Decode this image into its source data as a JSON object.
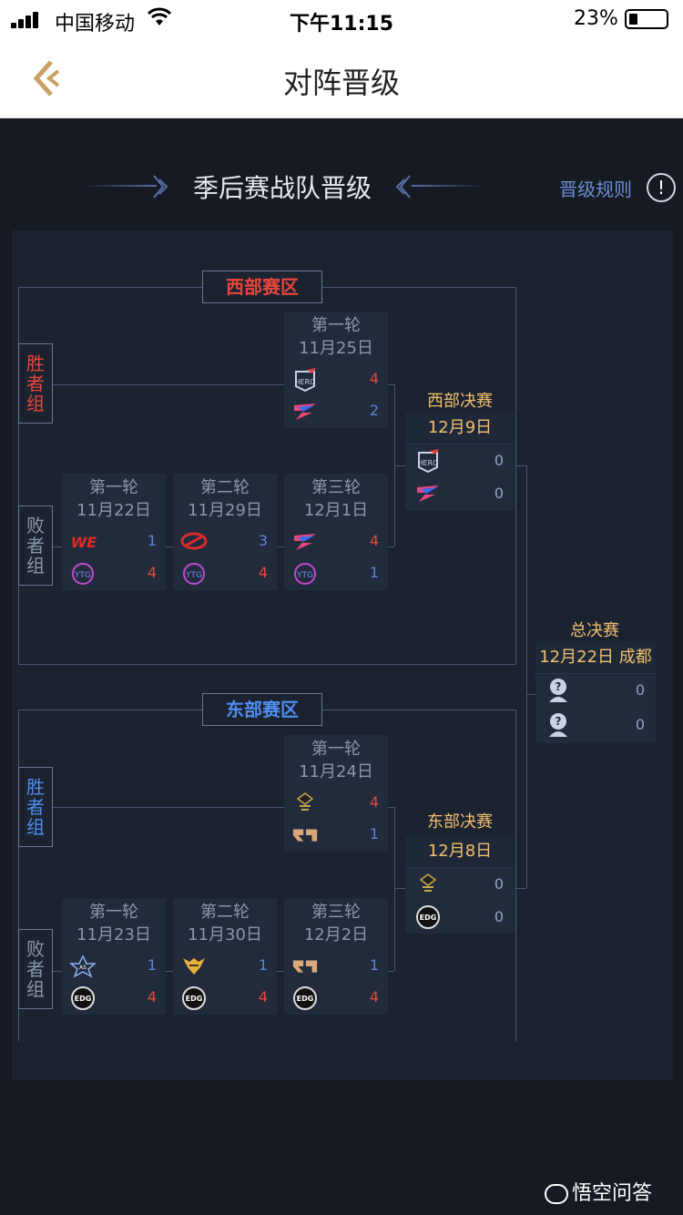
{
  "status": {
    "carrier": "中国移动",
    "time": "下午11:15",
    "battery": "23%"
  },
  "nav": {
    "title": "对阵晋级"
  },
  "section": {
    "title": "季后赛战队晋级",
    "rules_label": "晋级规则",
    "rules_icon": "!"
  },
  "west": {
    "region_label": "西部赛区",
    "winners_label": "胜\n者\n组",
    "losers_label": "败\n者\n组",
    "winners_match": {
      "round": "第一轮",
      "date": "11月25日",
      "teams": [
        {
          "logo": "HERO",
          "score": "4",
          "result": "win"
        },
        {
          "logo": "TS",
          "score": "2",
          "result": "lose"
        }
      ]
    },
    "losers_matches": [
      {
        "round": "第一轮",
        "date": "11月22日",
        "teams": [
          {
            "logo": "WE",
            "score": "1",
            "result": "lose"
          },
          {
            "logo": "YTG",
            "score": "4",
            "result": "win"
          }
        ]
      },
      {
        "round": "第二轮",
        "date": "11月29日",
        "teams": [
          {
            "logo": "RED",
            "score": "3",
            "result": "lose"
          },
          {
            "logo": "YTG",
            "score": "4",
            "result": "win"
          }
        ]
      },
      {
        "round": "第三轮",
        "date": "12月1日",
        "teams": [
          {
            "logo": "TS",
            "score": "4",
            "result": "win"
          },
          {
            "logo": "YTG",
            "score": "1",
            "result": "lose"
          }
        ]
      }
    ],
    "final": {
      "label": "西部决赛",
      "date": "12月9日",
      "teams": [
        {
          "logo": "HERO",
          "score": "0"
        },
        {
          "logo": "TS",
          "score": "0"
        }
      ]
    }
  },
  "east": {
    "region_label": "东部赛区",
    "winners_label": "胜\n者\n组",
    "losers_label": "败\n者\n组",
    "winners_match": {
      "round": "第一轮",
      "date": "11月24日",
      "teams": [
        {
          "logo": "QG",
          "score": "4",
          "result": "win"
        },
        {
          "logo": "RNG",
          "score": "1",
          "result": "lose"
        }
      ]
    },
    "losers_matches": [
      {
        "round": "第一轮",
        "date": "11月23日",
        "teams": [
          {
            "logo": "AS",
            "score": "1",
            "result": "lose"
          },
          {
            "logo": "EDG",
            "score": "4",
            "result": "win"
          }
        ]
      },
      {
        "round": "第二轮",
        "date": "11月30日",
        "teams": [
          {
            "logo": "WOLF",
            "score": "1",
            "result": "lose"
          },
          {
            "logo": "EDG",
            "score": "4",
            "result": "win"
          }
        ]
      },
      {
        "round": "第三轮",
        "date": "12月2日",
        "teams": [
          {
            "logo": "RNG",
            "score": "1",
            "result": "lose"
          },
          {
            "logo": "EDG",
            "score": "4",
            "result": "win"
          }
        ]
      }
    ],
    "final": {
      "label": "东部决赛",
      "date": "12月8日",
      "teams": [
        {
          "logo": "QG",
          "score": "0"
        },
        {
          "logo": "EDG",
          "score": "0"
        }
      ]
    }
  },
  "grand_final": {
    "label": "总决赛",
    "date": "12月22日 成都",
    "teams": [
      {
        "logo": "UNKNOWN",
        "score": "0"
      },
      {
        "logo": "UNKNOWN",
        "score": "0"
      }
    ]
  },
  "footer": {
    "brand": "悟空问答"
  },
  "colors": {
    "win": "#e8463c",
    "lose": "#5c86d6",
    "west_region": "#e8463c",
    "east_region": "#4f8ef0",
    "final_gold": "#f0c070"
  }
}
